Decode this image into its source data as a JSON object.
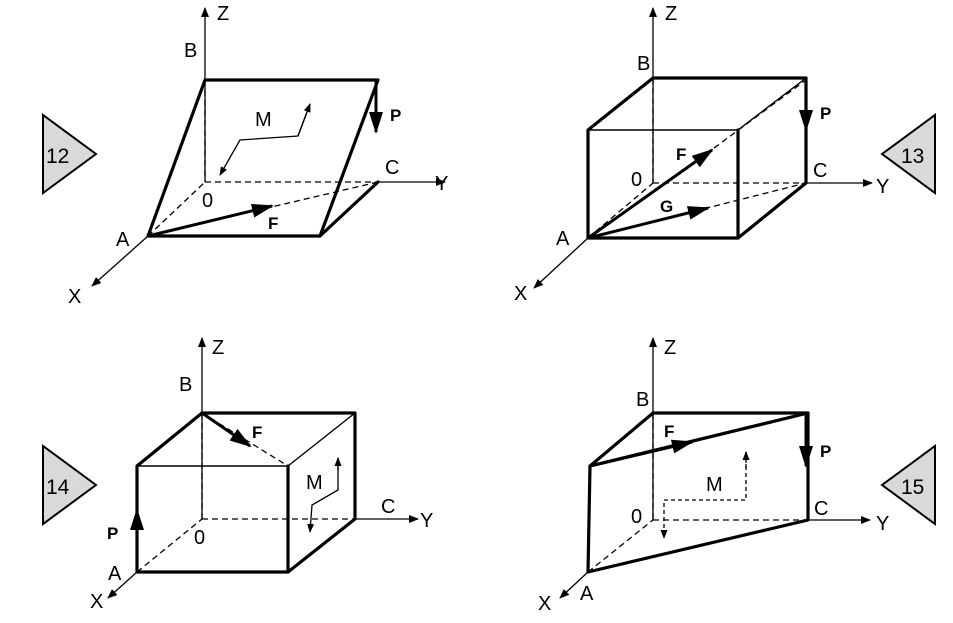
{
  "figures": [
    {
      "number": "12",
      "axes": {
        "z": "Z",
        "y": "Y",
        "x": "X"
      },
      "points": {
        "b": "B",
        "c": "C",
        "a": "A",
        "o": "0"
      },
      "forces": {
        "f": "F",
        "p": "P"
      },
      "moment": "M"
    },
    {
      "number": "13",
      "axes": {
        "z": "Z",
        "y": "Y",
        "x": "X"
      },
      "points": {
        "b": "B",
        "c": "C",
        "a": "A",
        "o": "0"
      },
      "forces": {
        "f": "F",
        "g": "G",
        "p": "P"
      }
    },
    {
      "number": "14",
      "axes": {
        "z": "Z",
        "y": "Y",
        "x": "X"
      },
      "points": {
        "b": "B",
        "c": "C",
        "a": "A",
        "o": "0"
      },
      "forces": {
        "f": "F",
        "p": "P"
      },
      "moment": "M"
    },
    {
      "number": "15",
      "axes": {
        "z": "Z",
        "y": "Y",
        "x": "X"
      },
      "points": {
        "b": "B",
        "c": "C",
        "a": "A",
        "o": "0"
      },
      "forces": {
        "f": "F",
        "p": "P"
      },
      "moment": "M"
    }
  ]
}
